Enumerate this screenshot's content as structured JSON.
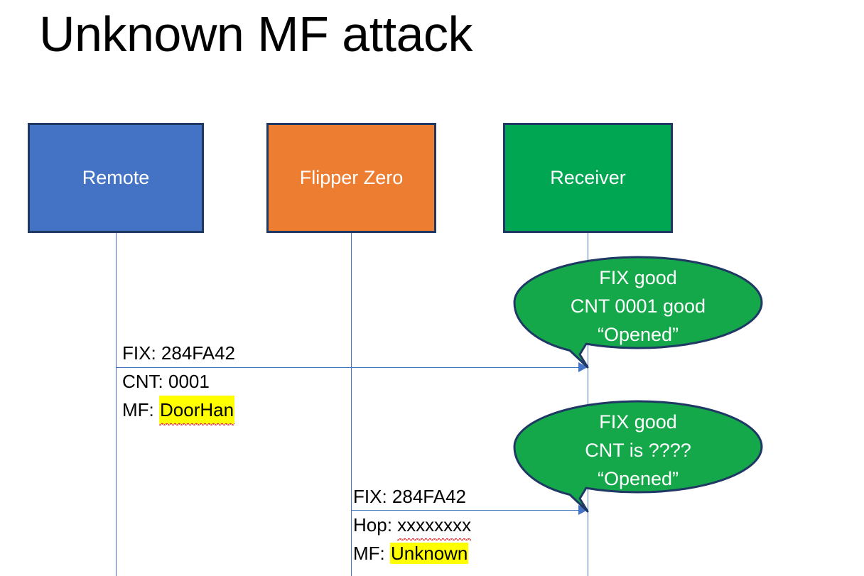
{
  "slide": {
    "title": "Unknown MF attack",
    "background": "#FFFFFF"
  },
  "colors": {
    "remote_box": "#4472C4",
    "flipper_box": "#ED7D31",
    "receiver_box": "#00A651",
    "box_border": "#1F3864",
    "bubble_fill": "#14A84A",
    "bubble_border": "#1F3864",
    "arrow": "#4472C4",
    "lifeline": "#4472C4",
    "highlight": "#FFFF00",
    "spellcheck_underline": "#E03A3A",
    "text_dark": "#000000",
    "text_light": "#FFFFFF"
  },
  "actors": [
    {
      "id": "remote",
      "label": "Remote"
    },
    {
      "id": "flipper",
      "label": "Flipper Zero"
    },
    {
      "id": "receiver",
      "label": "Receiver"
    }
  ],
  "messages": [
    {
      "id": "msg1",
      "from": "remote",
      "to": "receiver",
      "lines": [
        {
          "label": "FIX: 284FA42",
          "highlight": false,
          "squiggle": false
        },
        {
          "label": "CNT: 0001",
          "highlight": false,
          "squiggle": false
        }
      ],
      "mf_prefix": "MF: ",
      "mf_value": "DoorHan"
    },
    {
      "id": "msg2",
      "from": "flipper",
      "to": "receiver",
      "lines": [
        {
          "label": "FIX: 284FA42",
          "highlight": false,
          "squiggle": false
        }
      ],
      "hop_prefix": "Hop: ",
      "hop_value": "xxxxxxxx",
      "mf_prefix": "MF: ",
      "mf_value": "Unknown"
    }
  ],
  "callouts": [
    {
      "id": "callout1",
      "owner": "receiver",
      "line1": "FIX good",
      "line2": "CNT 0001 good",
      "line3": "“Opened”"
    },
    {
      "id": "callout2",
      "owner": "receiver",
      "line1": "FIX good",
      "line2": "CNT is ????",
      "line3": "“Opened”"
    }
  ]
}
